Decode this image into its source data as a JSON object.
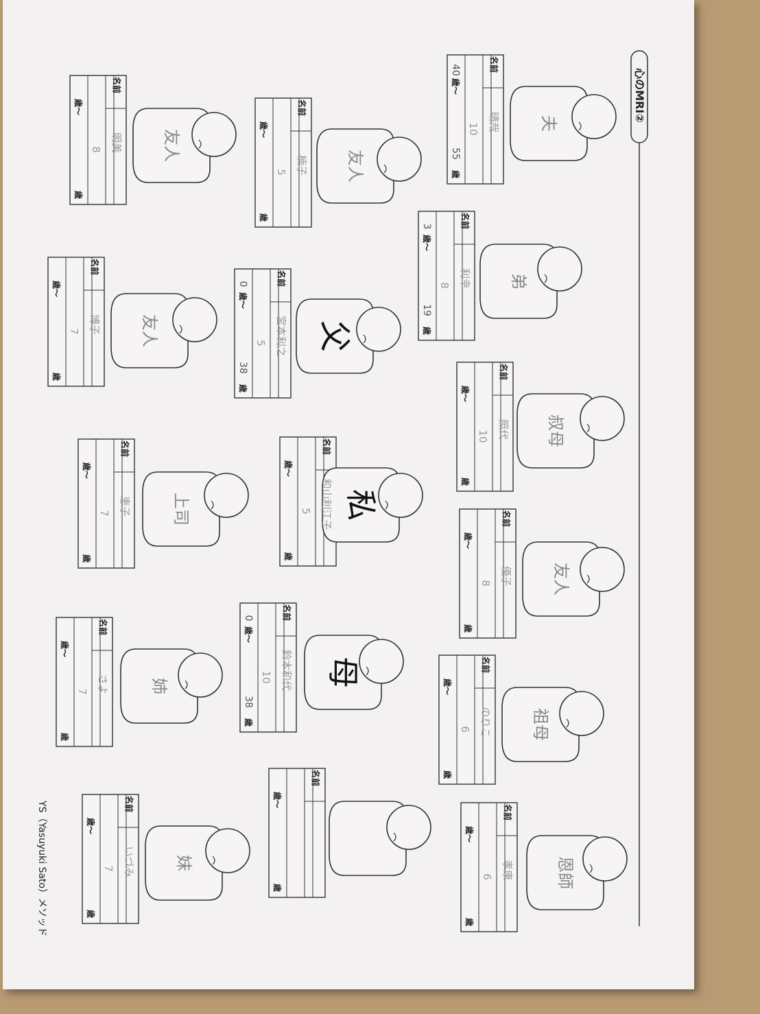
{
  "document": {
    "title": "心のMRI②",
    "footer": "YS（Yasuyuki Sato）メソッド",
    "field_name_label": "名前",
    "field_age_range_label": "歳～",
    "field_age_unit_label": "歳"
  },
  "people": [
    {
      "id": "husband",
      "figure_label": "夫",
      "name": "晴哉",
      "age": "10",
      "age_from": "40",
      "age_to": "55"
    },
    {
      "id": "friend-top-2",
      "figure_label": "友人",
      "name": "楠子",
      "age": "5",
      "age_from": "",
      "age_to": ""
    },
    {
      "id": "friend-top-1",
      "figure_label": "友人",
      "name": "明美",
      "age": "8",
      "age_from": "",
      "age_to": ""
    },
    {
      "id": "younger-brother",
      "figure_label": "弟",
      "name": "利幸",
      "age": "8",
      "age_from": "3",
      "age_to": "19"
    },
    {
      "id": "father",
      "figure_label": "父",
      "name": "宮本利之",
      "age": "5",
      "age_from": "0",
      "age_to": "38"
    },
    {
      "id": "friend-mid",
      "figure_label": "友人",
      "name": "博子",
      "age": "7",
      "age_from": "",
      "age_to": ""
    },
    {
      "id": "aunt",
      "figure_label": "叔母",
      "name": "照代",
      "age": "10",
      "age_from": "",
      "age_to": ""
    },
    {
      "id": "self",
      "figure_label": "私",
      "name": "和山利江子",
      "age": "5",
      "age_from": "",
      "age_to": ""
    },
    {
      "id": "colleague",
      "figure_label": "上司",
      "name": "恵子",
      "age": "7",
      "age_from": "",
      "age_to": ""
    },
    {
      "id": "friend-right",
      "figure_label": "友人",
      "name": "優子",
      "age": "8",
      "age_from": "",
      "age_to": ""
    },
    {
      "id": "mother",
      "figure_label": "母",
      "name": "鈴木和代",
      "age": "10",
      "age_from": "0",
      "age_to": "38"
    },
    {
      "id": "older-sister",
      "figure_label": "姉",
      "name": "さよ",
      "age": "7",
      "age_from": "",
      "age_to": ""
    },
    {
      "id": "grandmother",
      "figure_label": "祖母",
      "name": "のりこ",
      "age": "6",
      "age_from": "",
      "age_to": ""
    },
    {
      "id": "blank",
      "figure_label": "",
      "name": "",
      "age": "",
      "age_from": "",
      "age_to": ""
    },
    {
      "id": "younger-sister",
      "figure_label": "妹",
      "name": "いづみ",
      "age": "7",
      "age_from": "",
      "age_to": ""
    },
    {
      "id": "teacher",
      "figure_label": "恩師",
      "name": "孝康",
      "age": "6",
      "age_from": "",
      "age_to": ""
    }
  ]
}
